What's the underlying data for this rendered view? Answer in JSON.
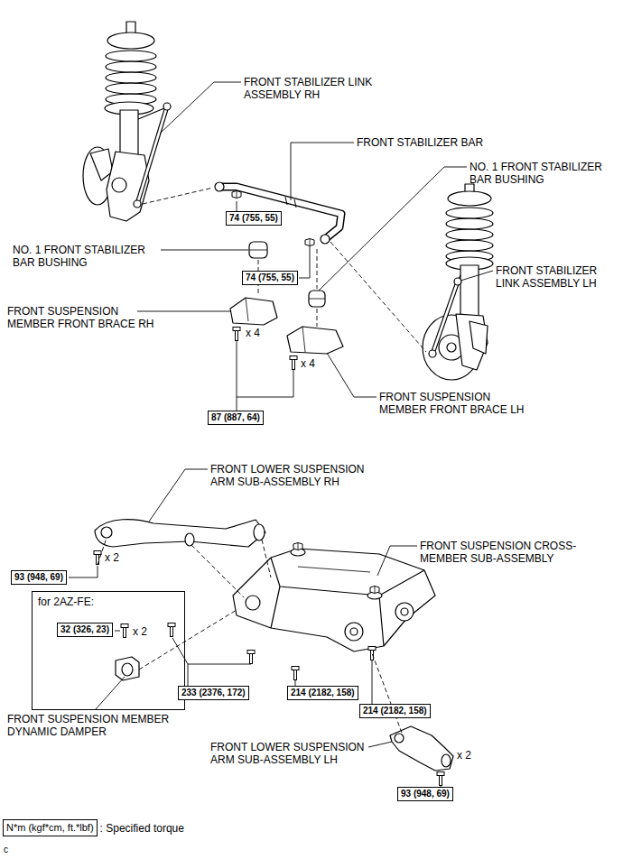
{
  "diagram": {
    "nodes": [
      {
        "text": [
          "74 (755, 55)"
        ]
      },
      {
        "text": [
          "74 (755, 55)"
        ]
      },
      {
        "text": [
          "87 (887, 64)"
        ]
      },
      {
        "text": [
          "93 (948, 69)"
        ]
      },
      {
        "text": [
          "for 2AZ-FE:"
        ]
      },
      {
        "text": [
          "32 (326, 23)"
        ],
        "in": 4
      },
      {
        "text": [
          "233 (2376, 172)"
        ]
      },
      {
        "text": [
          "214 (2182, 158)"
        ]
      },
      {
        "text": [
          "214 (2182, 158)"
        ]
      },
      {
        "text": [
          "93 (948, 69)"
        ]
      },
      {
        "text": [
          "N*m (kgf*cm, ft.*lbf)"
        ]
      }
    ],
    "labels": [
      "FRONT STABILIZER LINK ASSEMBLY RH",
      "FRONT STABILIZER BAR",
      "NO. 1 FRONT STABILIZER BAR BUSHING",
      "NO. 1 FRONT STABILIZER BAR BUSHING",
      "FRONT STABILIZER LINK ASSEMBLY LH",
      "FRONT SUSPENSION MEMBER FRONT BRACE RH",
      "x 4",
      "x 4",
      "FRONT SUSPENSION MEMBER FRONT BRACE LH",
      "FRONT LOWER SUSPENSION ARM SUB-ASSEMBLY RH",
      "FRONT SUSPENSION CROSS-MEMBER SUB-ASSEMBLY",
      "x 2",
      "x 2",
      "FRONT SUSPENSION MEMBER DYNAMIC DAMPER",
      "FRONT LOWER SUSPENSION ARM SUB-ASSEMBLY LH",
      "x 2",
      ": Specified torque",
      "c"
    ]
  }
}
